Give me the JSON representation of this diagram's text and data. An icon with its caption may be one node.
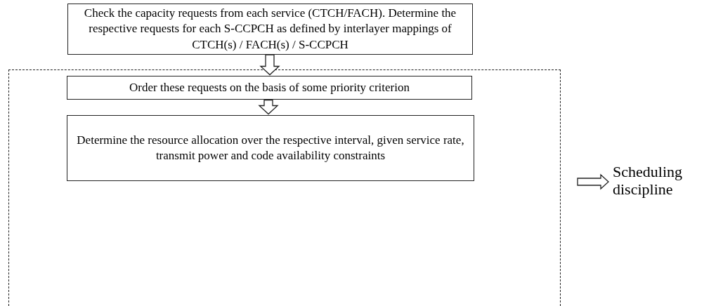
{
  "diagram": {
    "nodes": [
      {
        "text": [
          "Check the capacity requests from each service (CTCH/FACH). Determine the respective requests for each S-CCPCH as defined by interlayer mappings of CTCH(s) / FACH(s) / S-CCPCH"
        ]
      },
      {
        "text": [],
        "shape": "box"
      },
      {
        "text": [
          "Order these requests on the basis of some priority criterion"
        ],
        "in": 1
      },
      {
        "text": [
          "Determine the resource allocation over the respective interval, given service rate, transmit power and code availability constraints"
        ],
        "in": 1
      },
      {
        "text": [
          "Scheduling discipline"
        ]
      }
    ],
    "edges": [
      {
        "from": 0,
        "to": 2,
        "arrow": "to"
      },
      {
        "from": 2,
        "to": 3,
        "arrow": "to"
      },
      {
        "from": 1,
        "to": 4,
        "arrow": "to"
      }
    ]
  }
}
